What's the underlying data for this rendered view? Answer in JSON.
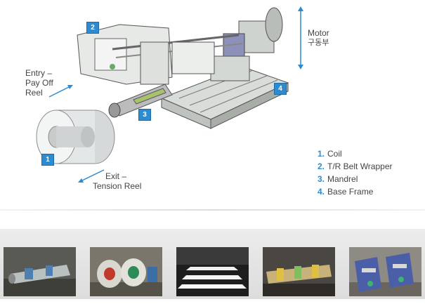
{
  "labels": {
    "entry": [
      "Entry –",
      "Pay Off",
      "Reel"
    ],
    "exit": [
      "Exit –",
      "Tension Reel"
    ],
    "motor": [
      "Motor",
      "구동부"
    ]
  },
  "badges": [
    "1",
    "2",
    "3",
    "4"
  ],
  "legend": [
    {
      "num": "1.",
      "text": "Coil"
    },
    {
      "num": "2.",
      "text": "T/R Belt Wrapper"
    },
    {
      "num": "3.",
      "text": "Mandrel"
    },
    {
      "num": "4.",
      "text": "Base Frame"
    }
  ],
  "colors": {
    "accent": "#2e8bd0",
    "text": "#444444"
  }
}
